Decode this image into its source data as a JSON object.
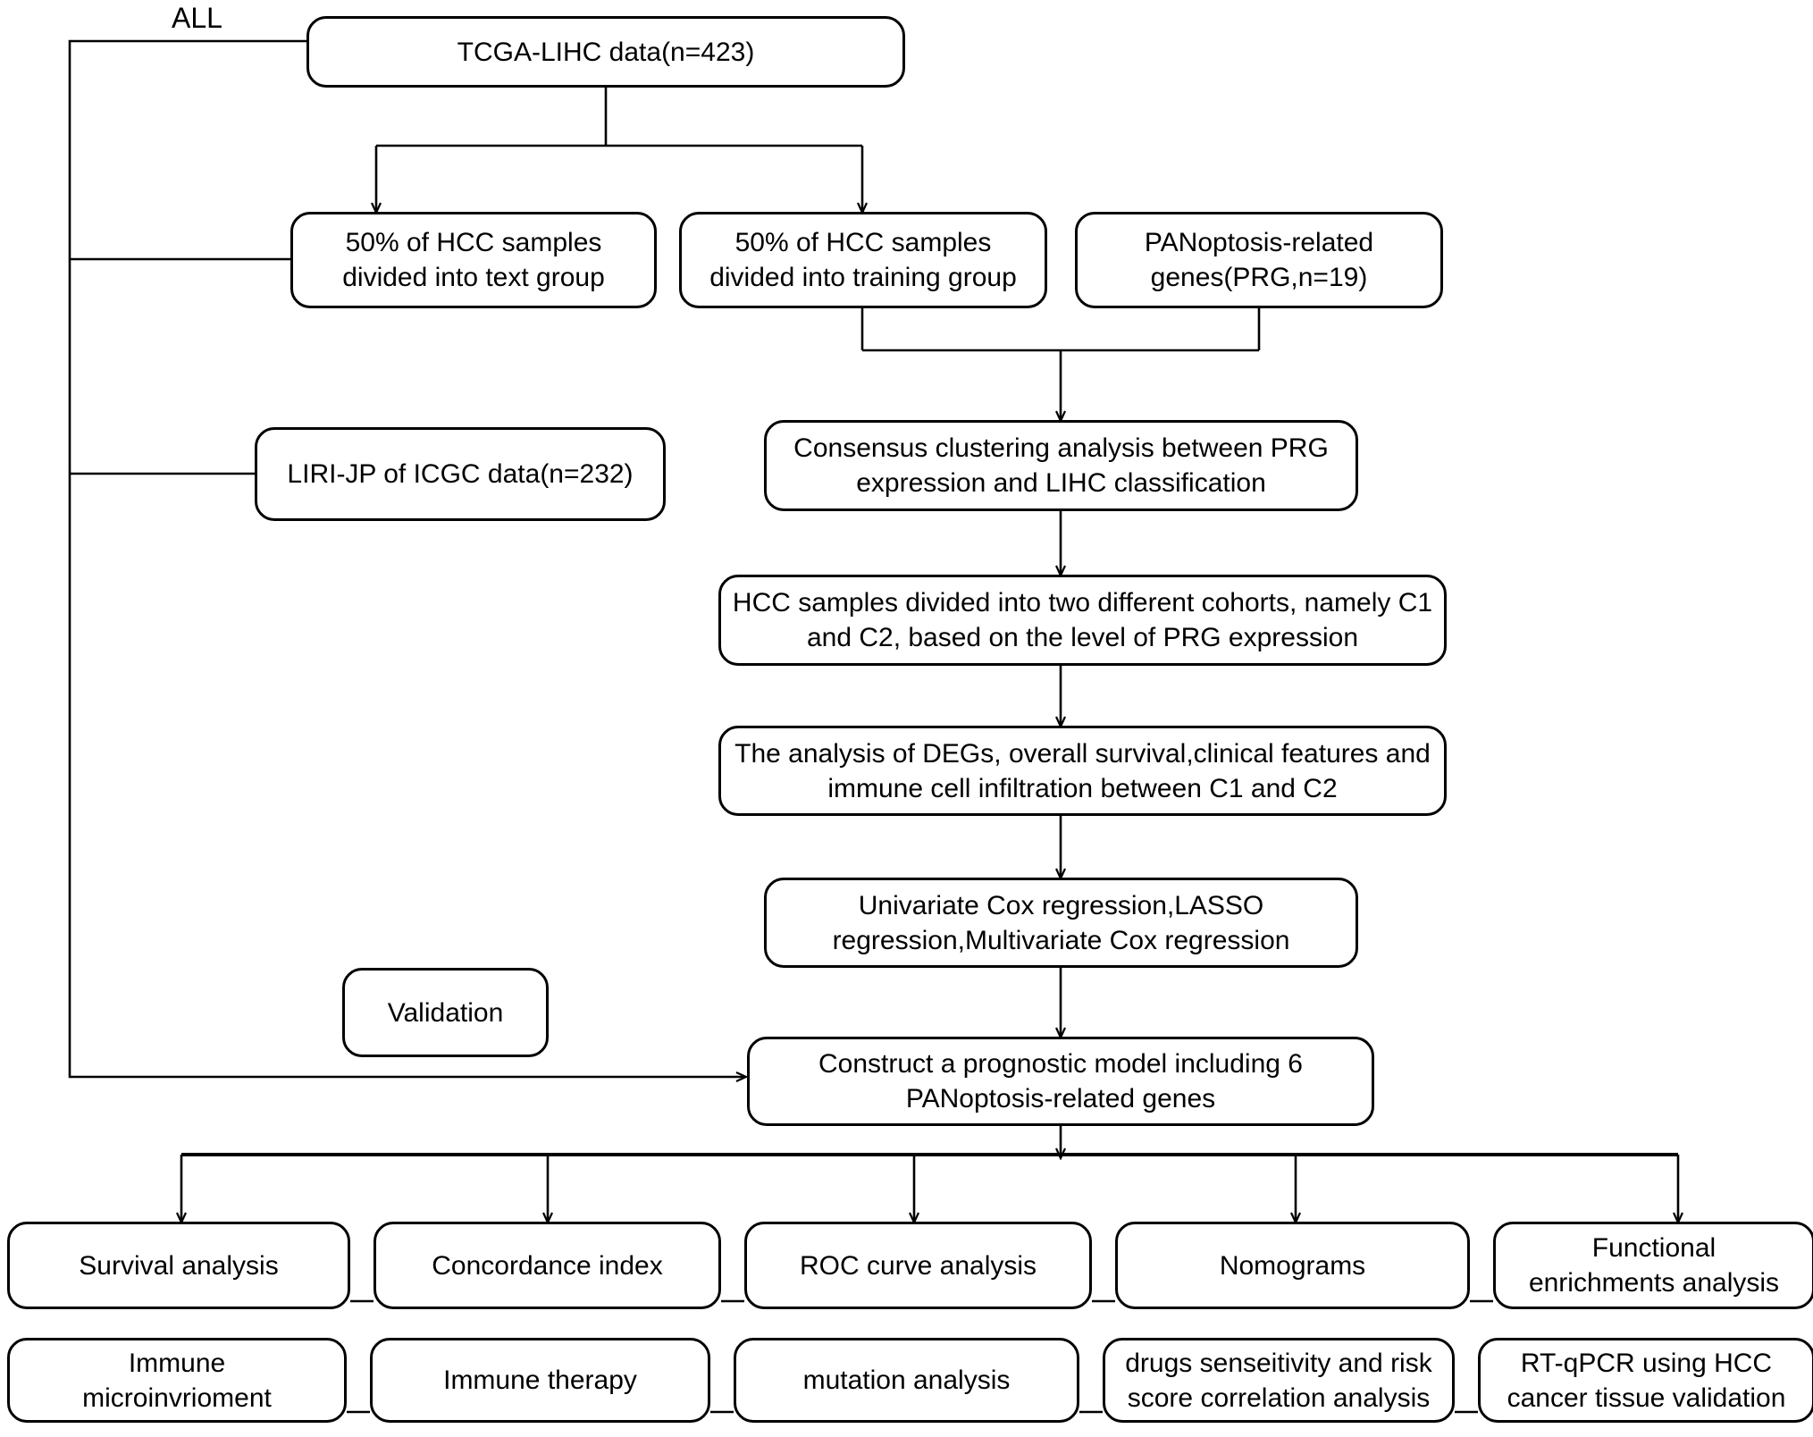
{
  "diagram": {
    "title_label": "ALL",
    "nodes": {
      "tcga": "TCGA-LIHC  data(n=423)",
      "test_group": "50% of HCC samples\ndivided into text group",
      "training_group": "50% of HCC samples\ndivided into training group",
      "prg": "PANoptosis-related\ngenes(PRG,n=19)",
      "icgc": "LIRI-JP of ICGC  data(n=232)",
      "consensus": "Consensus clustering analysis between PRG\nexpression and LIHC classification",
      "cohorts": "HCC samples divided into two different cohorts, namely C1\nand C2, based on the level of PRG expression",
      "degs": "The analysis of DEGs, overall survival,clinical features and\nimmune cell infiltration between C1 and C2",
      "regression": "Univariate Cox regression,LASSO\nregression,Multivariate Cox regression",
      "validation": "Validation",
      "model": "Construct a prognostic model including 6\nPANoptosis-related genes"
    },
    "downstream_row1": [
      "Survival analysis",
      "Concordance index",
      "ROC curve analysis",
      "Nomograms",
      "Functional\nenrichments analysis"
    ],
    "downstream_row2": [
      "Immune\nmicroinvrioment",
      "Immune therapy",
      "mutation analysis",
      "drugs senseitivity and risk\nscore correlation analysis",
      "RT-qPCR using HCC\ncancer tissue validation"
    ],
    "colors": {
      "stroke": "#000000",
      "fill": "#ffffff",
      "text": "#000000"
    }
  }
}
